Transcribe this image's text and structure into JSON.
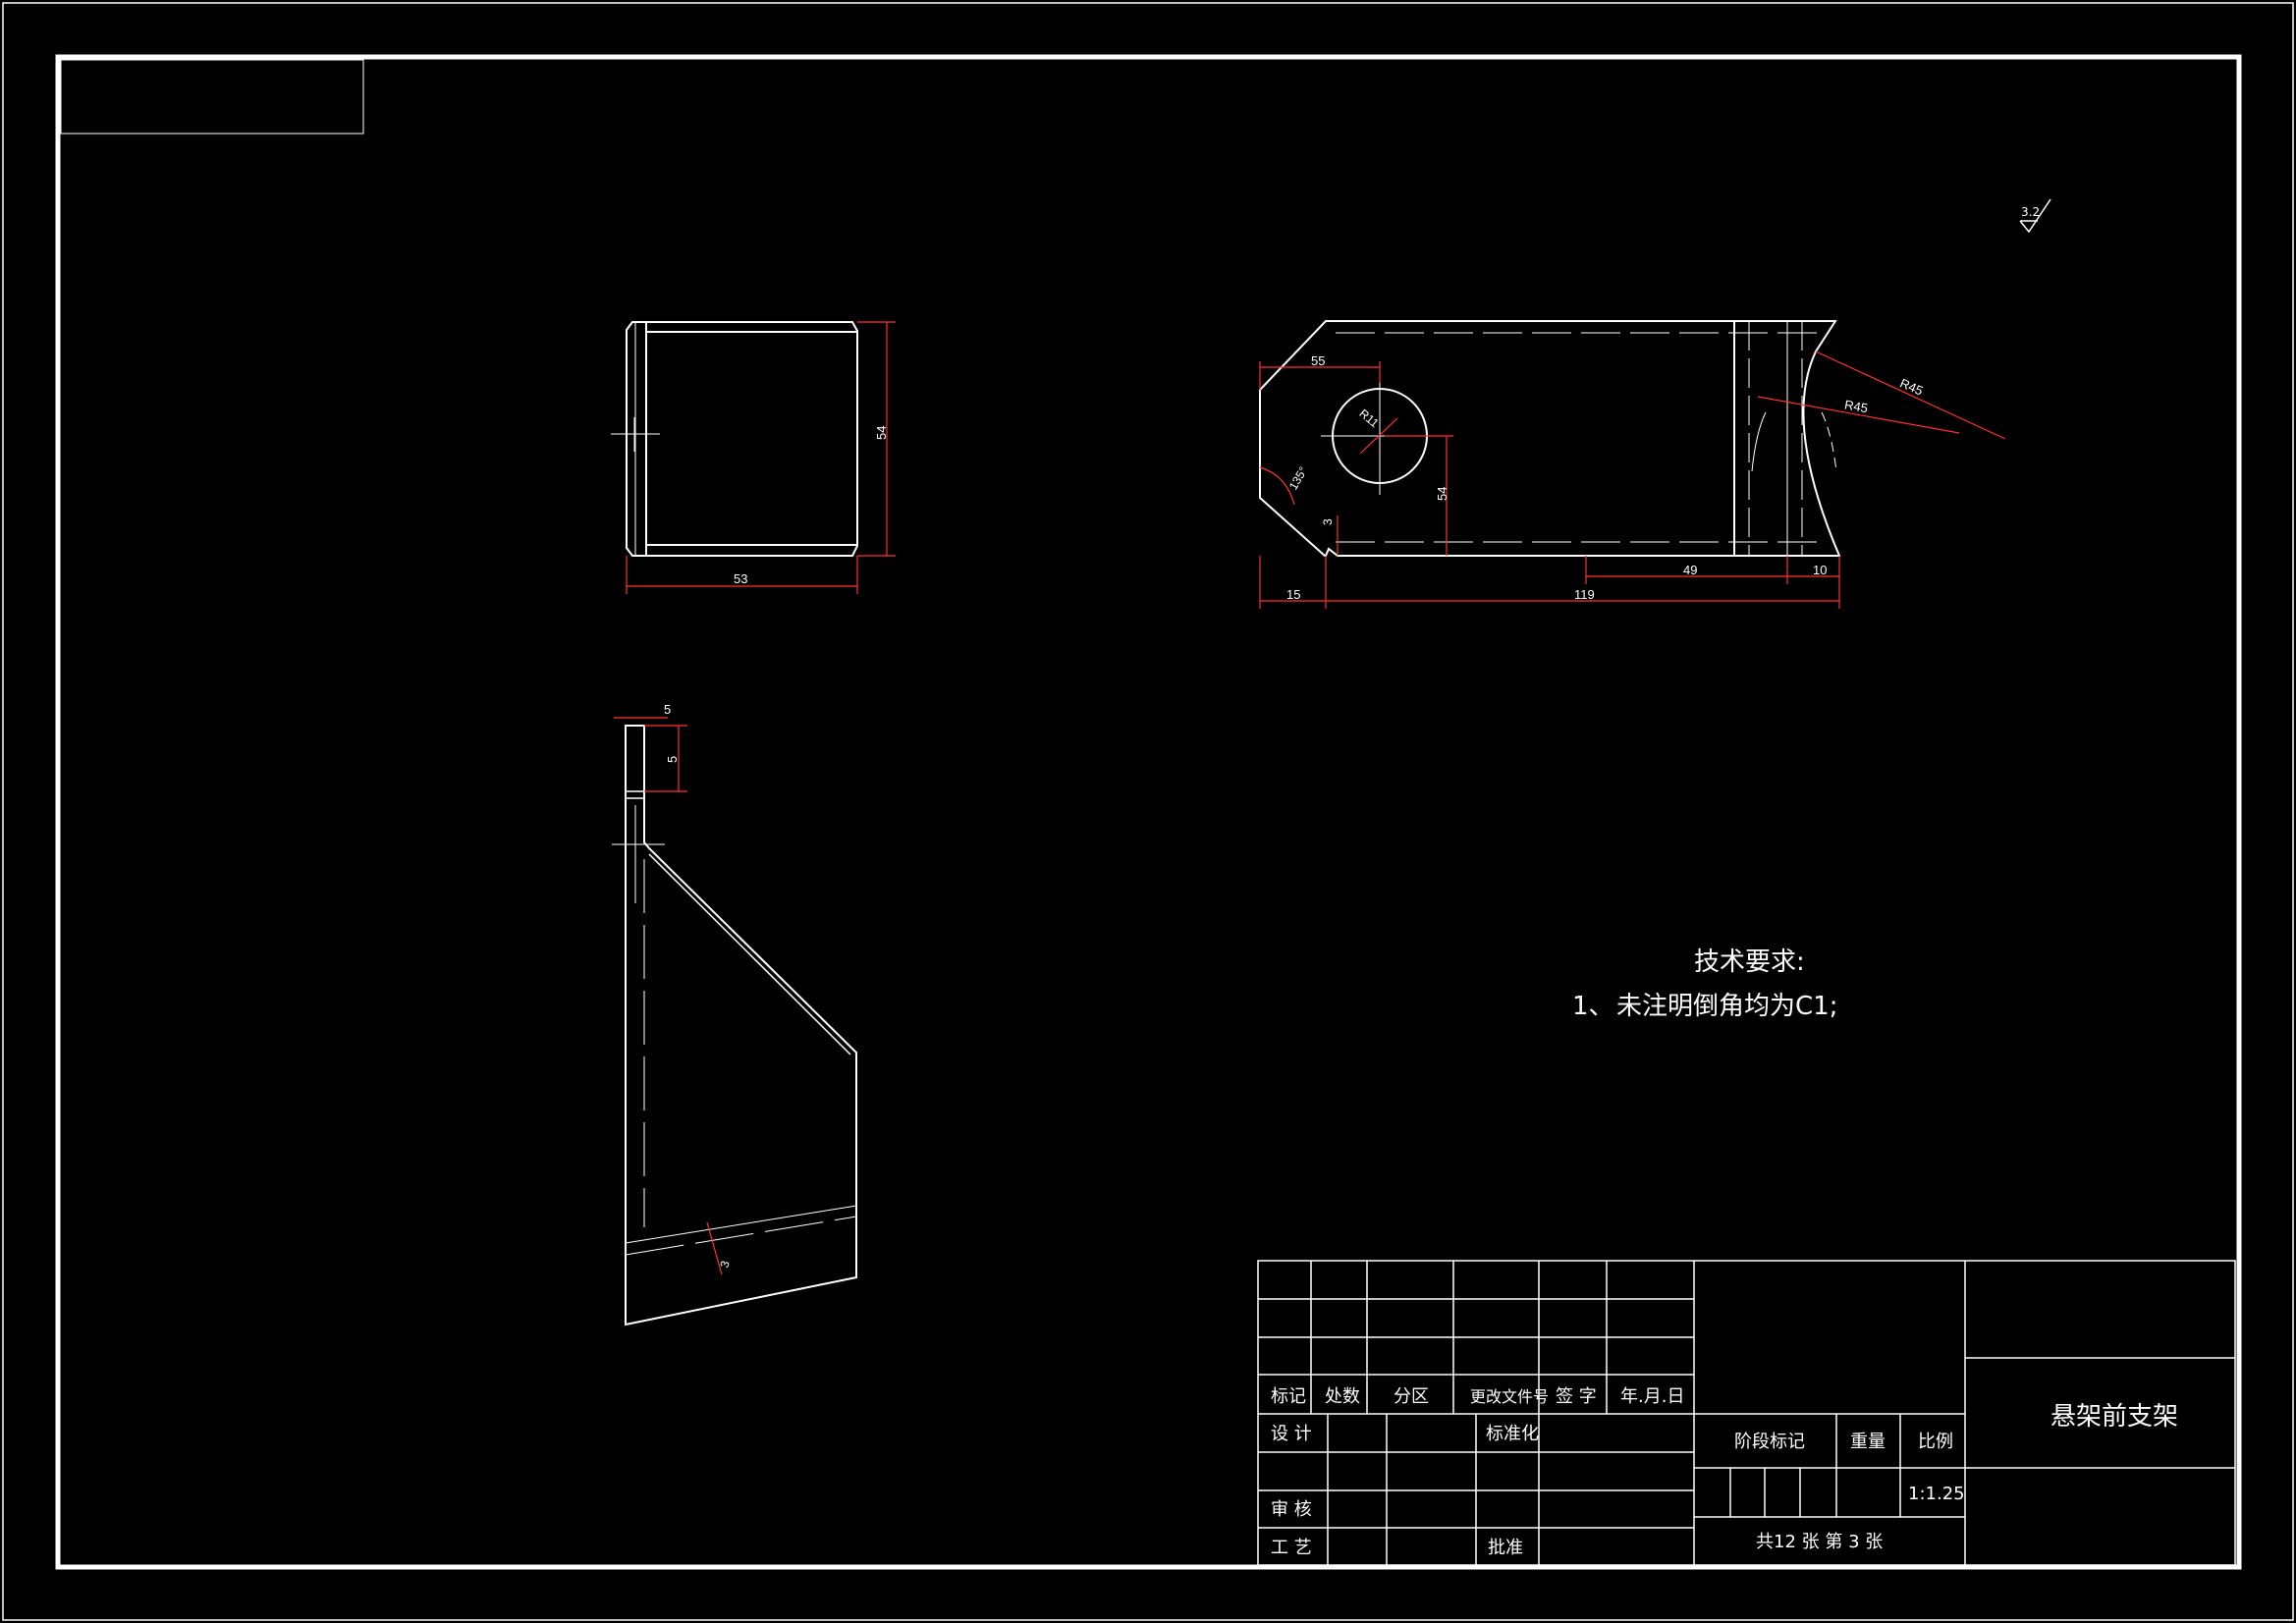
{
  "drawing": {
    "title": "悬架前支架",
    "surface_roughness": "3.2",
    "colors": {
      "background": "#000000",
      "lines": "#ffffff",
      "dimensions": "#ff0000"
    }
  },
  "dimensions": {
    "top_left": {
      "height": "54",
      "width": "53"
    },
    "front": {
      "left_edge": "55",
      "hole_radius": "R11",
      "angle": "135°",
      "gap": "3",
      "height": "54",
      "left_offset": "15",
      "overall": "119",
      "slot": "49",
      "right_offset": "10",
      "arc1": "R45",
      "arc2": "R45"
    },
    "side": {
      "thickness": "5",
      "top_length": "5",
      "bottom_gap": "3"
    }
  },
  "notes": {
    "heading": "技术要求:",
    "item1_num": "1、",
    "item1_text": "未注明倒角均为C1;"
  },
  "title_block": {
    "rev_headers": [
      "标记",
      "处数",
      "分区",
      "更改文件号",
      "签 字",
      "年.月.日"
    ],
    "design": "设 计",
    "standardize": "标准化",
    "review": "审 核",
    "process": "工 艺",
    "approve": "批准",
    "stage_mark": "阶段标记",
    "weight": "重量",
    "scale_label": "比例",
    "scale_value": "1:1.25",
    "sheets": "共12  张    第 3  张",
    "part_name": "悬架前支架"
  }
}
